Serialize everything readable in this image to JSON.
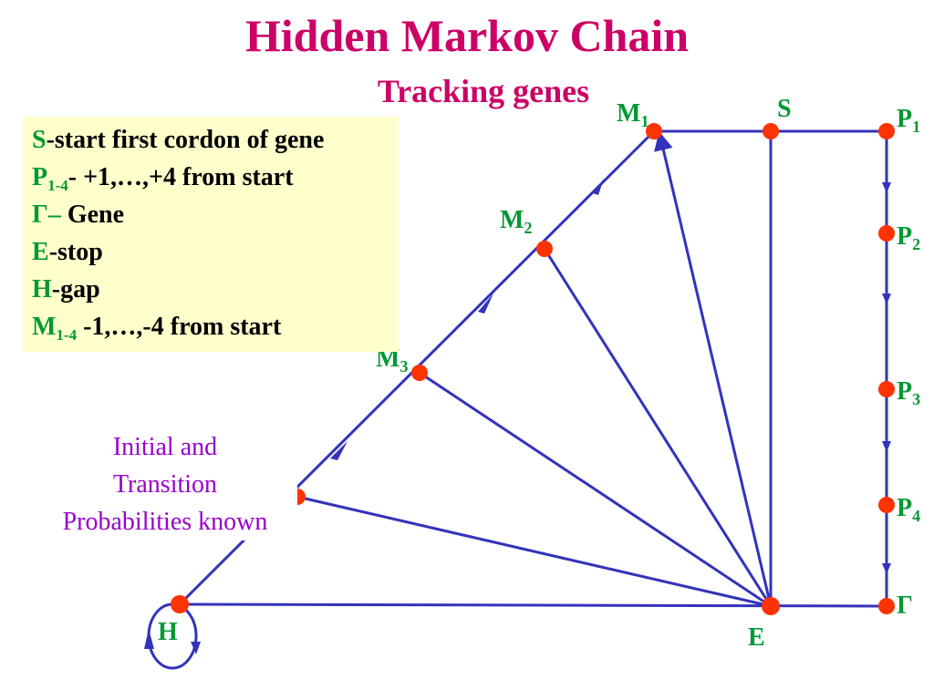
{
  "title": "Hidden Markov Chain",
  "subtitle": "Tracking genes",
  "legend": [
    {
      "key": "S",
      "sub": "",
      "text": "-start first cordon of gene"
    },
    {
      "key": "P",
      "sub": "1-4",
      "text": "- +1,…,+4 from start"
    },
    {
      "key": "Γ–",
      "sub": "",
      "text": " Gene"
    },
    {
      "key": "E",
      "sub": "",
      "text": "-stop"
    },
    {
      "key": "H",
      "sub": "",
      "text": "-gap"
    },
    {
      "key": "M",
      "sub": "1-4",
      "text": " -1,…,-4 from start"
    }
  ],
  "note": [
    "Initial and",
    "Transition",
    "Probabilities known"
  ],
  "nodes": [
    {
      "id": "M1",
      "label": "M",
      "sub": "1"
    },
    {
      "id": "S",
      "label": "S",
      "sub": ""
    },
    {
      "id": "P1",
      "label": "P",
      "sub": "1"
    },
    {
      "id": "M2",
      "label": "M",
      "sub": "2"
    },
    {
      "id": "P2",
      "label": "P",
      "sub": "2"
    },
    {
      "id": "M3",
      "label": "M",
      "sub": "3"
    },
    {
      "id": "P3",
      "label": "P",
      "sub": "3"
    },
    {
      "id": "M4",
      "label": "",
      "sub": ""
    },
    {
      "id": "P4",
      "label": "P",
      "sub": "4"
    },
    {
      "id": "H",
      "label": "H",
      "sub": ""
    },
    {
      "id": "E",
      "label": "E",
      "sub": ""
    },
    {
      "id": "G",
      "label": "Γ",
      "sub": ""
    }
  ],
  "colors": {
    "title": "#cc0066",
    "key": "#009933",
    "edge": "#3333bb",
    "node": "#ff3300",
    "note": "#9900cc",
    "legend_bg": "#ffffcc"
  }
}
